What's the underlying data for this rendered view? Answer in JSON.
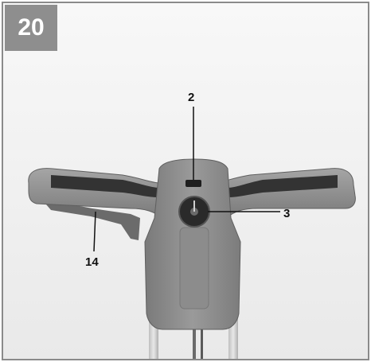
{
  "figure": {
    "number": "20",
    "callouts": {
      "label_2": "2",
      "label_3": "3",
      "label_14": "14"
    },
    "colors": {
      "badge": "#8e8e8e",
      "housing": "#8a8a8a",
      "grip": "#333333",
      "background": "#f4f4f4"
    }
  }
}
